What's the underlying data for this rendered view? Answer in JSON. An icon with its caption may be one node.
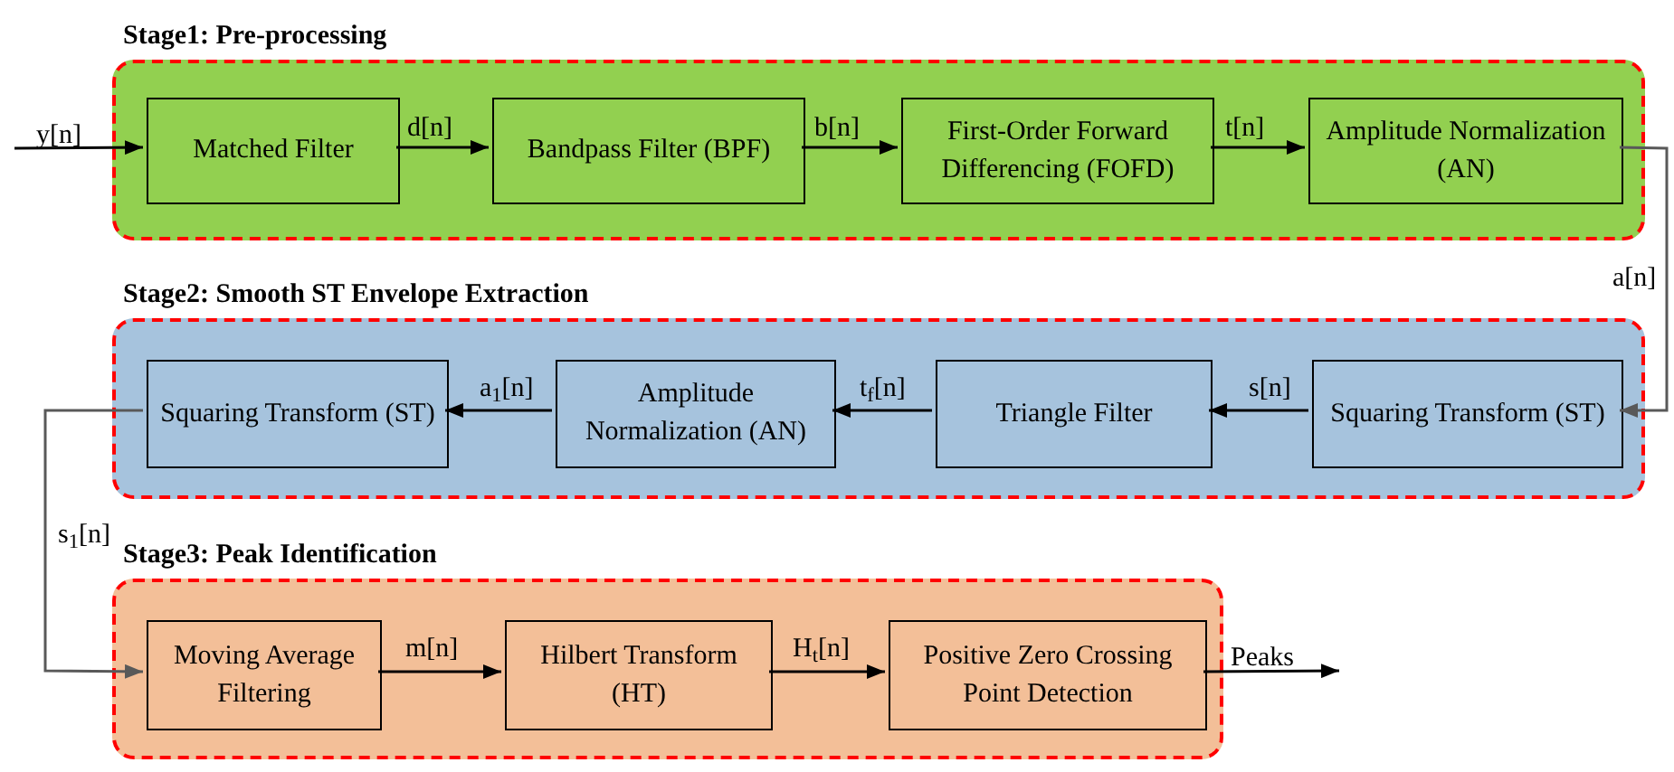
{
  "diagram": {
    "nodes": [
      {
        "text": [
          "Stage1: Pre-processing"
        ]
      },
      {
        "text": [
          "Matched Filter"
        ],
        "in": 0
      },
      {
        "text": [
          "Bandpass Filter (BPF)"
        ],
        "in": 0
      },
      {
        "text": [
          "First-Order Forward Differencing (FOFD)"
        ],
        "in": 0
      },
      {
        "text": [
          "Amplitude Normalization (AN)"
        ],
        "in": 0
      },
      {
        "text": [
          "Stage2: Smooth ST Envelope Extraction"
        ]
      },
      {
        "text": [
          "Squaring Transform (ST)"
        ],
        "in": 5
      },
      {
        "text": [
          "Amplitude Normalization (AN)"
        ],
        "in": 5
      },
      {
        "text": [
          "Triangle Filter"
        ],
        "in": 5
      },
      {
        "text": [
          "Squaring Transform (ST)"
        ],
        "in": 5
      },
      {
        "text": [
          "Stage3: Peak Identification"
        ]
      },
      {
        "text": [
          "Moving Average Filtering"
        ],
        "in": 10
      },
      {
        "text": [
          "Hilbert Transform (HT)"
        ],
        "in": 10
      },
      {
        "text": [
          "Positive Zero Crossing Point Detection"
        ],
        "in": 10
      }
    ],
    "edges": [
      {
        "from": null,
        "to": 1,
        "arrow": "to",
        "label": "y[n]"
      },
      {
        "from": 1,
        "to": 2,
        "arrow": "to",
        "label": "d[n]"
      },
      {
        "from": 2,
        "to": 3,
        "arrow": "to",
        "label": "b[n]"
      },
      {
        "from": 3,
        "to": 4,
        "arrow": "to",
        "label": "t[n]"
      },
      {
        "from": 4,
        "to": 9,
        "arrow": "to",
        "label": "a[n]",
        "color": "#595959"
      },
      {
        "from": 9,
        "to": 8,
        "arrow": "to",
        "label": "s[n]"
      },
      {
        "from": 8,
        "to": 7,
        "arrow": "to",
        "label": "t$_{f}$[n]"
      },
      {
        "from": 7,
        "to": 6,
        "arrow": "to",
        "label": "a$_{1}$[n]"
      },
      {
        "from": 6,
        "to": 11,
        "arrow": "to",
        "label": "s$_{1}$[n]",
        "color": "#595959"
      },
      {
        "from": 11,
        "to": 12,
        "arrow": "to",
        "label": "m[n]"
      },
      {
        "from": 12,
        "to": 13,
        "arrow": "to",
        "label": "H$_{t}$[n]"
      },
      {
        "from": 13,
        "to": null,
        "arrow": "to",
        "label": "Peaks"
      }
    ]
  }
}
